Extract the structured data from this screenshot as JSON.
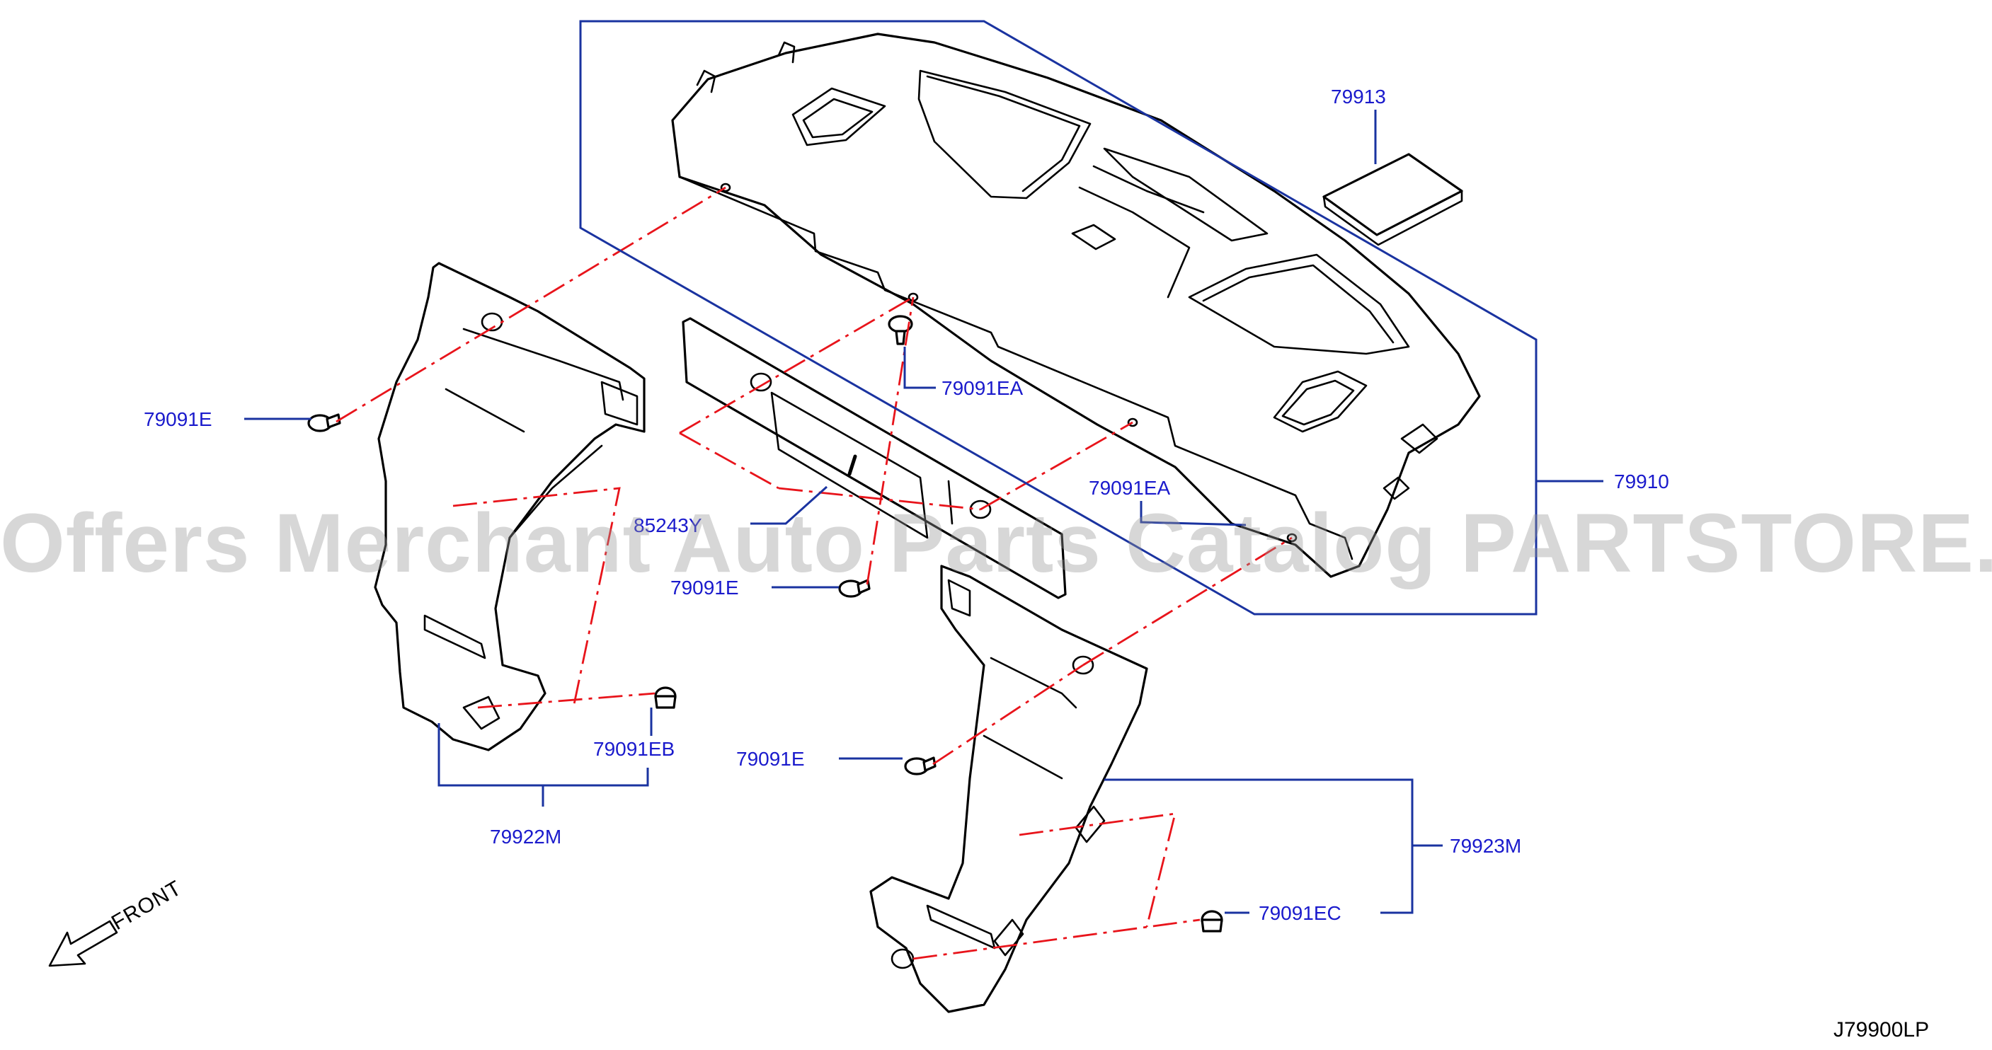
{
  "diagram": {
    "labels": {
      "p79913": "79913",
      "p79910": "79910",
      "p79091EA_top": "79091EA",
      "p79091EA_mid": "79091EA",
      "p79091E_left": "79091E",
      "p79091E_center": "79091E",
      "p79091E_lower": "79091E",
      "p79091EB": "79091EB",
      "p79922M": "79922M",
      "p79923M": "79923M",
      "p79091EC": "79091EC",
      "p85243Y": "85243Y"
    },
    "front_text": "FRONT",
    "diagram_code": "J79900LP"
  },
  "watermark": "Offers Merchant Auto Parts Catalog PARTSTORE.SA",
  "colors": {
    "callout_text": "#1a1acc",
    "leader_line": "#1a33a0",
    "alignment_line": "#e8141b",
    "outline": "#000000"
  }
}
